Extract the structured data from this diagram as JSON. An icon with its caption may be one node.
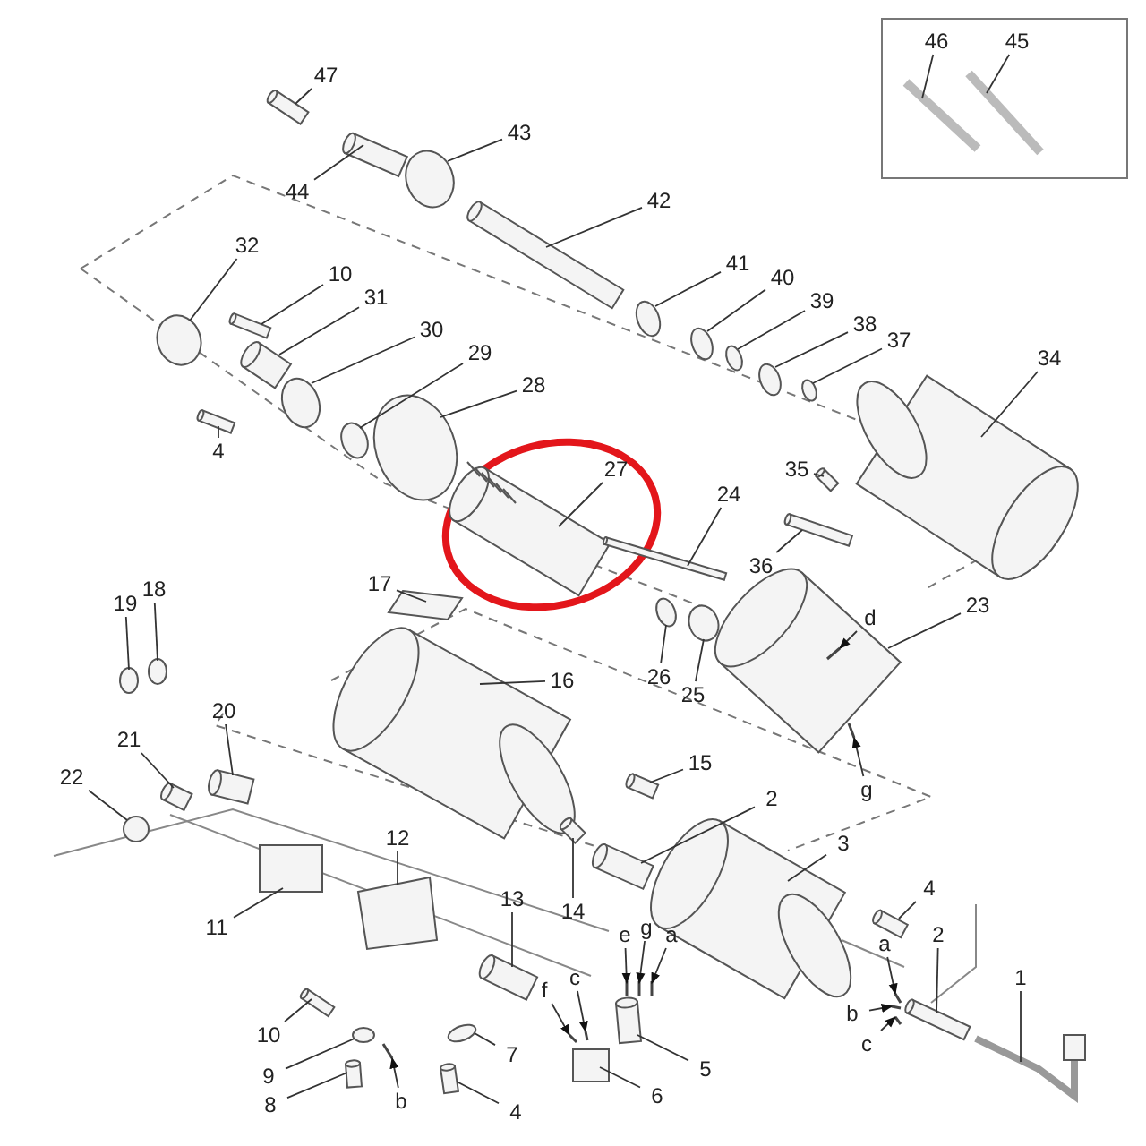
{
  "diagram": {
    "nodes": [
      {
        "text": [],
        "shape": "box"
      },
      {
        "text": [
          "46"
        ],
        "in": 0
      },
      {
        "text": [
          "45"
        ],
        "in": 0
      },
      {
        "text": [
          "47"
        ]
      },
      {
        "text": [
          "43"
        ]
      },
      {
        "text": [
          "44"
        ]
      },
      {
        "text": [
          "42"
        ]
      },
      {
        "text": [
          "32"
        ]
      },
      {
        "text": [
          "10"
        ]
      },
      {
        "text": [
          "41"
        ]
      },
      {
        "text": [
          "40"
        ]
      },
      {
        "text": [
          "31"
        ]
      },
      {
        "text": [
          "30"
        ]
      },
      {
        "text": [
          "39"
        ]
      },
      {
        "text": [
          "38"
        ]
      },
      {
        "text": [
          "37"
        ]
      },
      {
        "text": [
          "34"
        ]
      },
      {
        "text": [
          "29"
        ]
      },
      {
        "text": [
          "28"
        ]
      },
      {
        "text": [
          "4"
        ]
      },
      {
        "text": [
          "27"
        ]
      },
      {
        "text": [
          "24"
        ]
      },
      {
        "text": [
          "35"
        ]
      },
      {
        "text": [
          "36"
        ]
      },
      {
        "text": [
          "23"
        ]
      },
      {
        "text": [
          "d"
        ]
      },
      {
        "text": [
          "17"
        ]
      },
      {
        "text": [
          "19"
        ]
      },
      {
        "text": [
          "18"
        ]
      },
      {
        "text": [
          "16"
        ]
      },
      {
        "text": [
          "26"
        ]
      },
      {
        "text": [
          "25"
        ]
      },
      {
        "text": [
          "20"
        ]
      },
      {
        "text": [
          "21"
        ]
      },
      {
        "text": [
          "15"
        ]
      },
      {
        "text": [
          "g"
        ]
      },
      {
        "text": [
          "22"
        ]
      },
      {
        "text": [
          "2"
        ]
      },
      {
        "text": [
          "12"
        ]
      },
      {
        "text": [
          "3"
        ]
      },
      {
        "text": [
          "4"
        ]
      },
      {
        "text": [
          "e"
        ]
      },
      {
        "text": [
          "g"
        ]
      },
      {
        "text": [
          "a"
        ]
      },
      {
        "text": [
          "11"
        ]
      },
      {
        "text": [
          "13"
        ]
      },
      {
        "text": [
          "f"
        ]
      },
      {
        "text": [
          "c"
        ]
      },
      {
        "text": [
          "a"
        ]
      },
      {
        "text": [
          "2"
        ]
      },
      {
        "text": [
          "14"
        ]
      },
      {
        "text": [
          "1"
        ]
      },
      {
        "text": [
          "10"
        ]
      },
      {
        "text": [
          "b"
        ]
      },
      {
        "text": [
          "7"
        ]
      },
      {
        "text": [
          "c"
        ]
      },
      {
        "text": [
          "9"
        ]
      },
      {
        "text": [
          "5"
        ]
      },
      {
        "text": [
          "b"
        ]
      },
      {
        "text": [
          "8"
        ]
      },
      {
        "text": [
          "4"
        ]
      },
      {
        "text": [
          "6"
        ]
      },
      {
        "text": [],
        "shape": "bar",
        "in": 0
      },
      {
        "text": [],
        "shape": "bar",
        "in": 0
      },
      {
        "text": [],
        "shape": "cylinder"
      },
      {
        "text": [],
        "shape": "circle"
      },
      {
        "text": [],
        "shape": "cylinder"
      },
      {
        "text": [],
        "shape": "cylinder"
      },
      {
        "text": [],
        "shape": "circle"
      },
      {
        "text": [],
        "shape": "cylinder"
      },
      {
        "text": [],
        "shape": "circle"
      },
      {
        "text": [],
        "shape": "circle"
      },
      {
        "text": [],
        "shape": "cylinder"
      },
      {
        "text": [],
        "shape": "circle"
      },
      {
        "text": [],
        "shape": "circle"
      },
      {
        "text": [],
        "shape": "circle"
      },
      {
        "text": [],
        "shape": "circle"
      },
      {
        "text": [],
        "shape": "picture"
      },
      {
        "text": [],
        "shape": "circle"
      },
      {
        "text": [],
        "shape": "circle"
      },
      {
        "text": [],
        "shape": "cylinder"
      },
      {
        "text": [],
        "shape": "picture"
      },
      {
        "text": [],
        "shape": "cylinder"
      },
      {
        "text": [],
        "shape": "cylinder"
      },
      {
        "text": [],
        "shape": "cylinder"
      },
      {
        "text": [],
        "shape": "cylinder"
      },
      {
        "text": [],
        "shape": "bar",
        "in": 85
      },
      {
        "text": [],
        "shape": "box"
      },
      {
        "text": [],
        "shape": "circle"
      },
      {
        "text": [],
        "shape": "circle"
      },
      {
        "text": [],
        "shape": "picture"
      },
      {
        "text": [],
        "shape": "circle"
      },
      {
        "text": [],
        "shape": "circle"
      },
      {
        "text": [],
        "shape": "cylinder"
      },
      {
        "text": [],
        "shape": "cylinder"
      },
      {
        "text": [],
        "shape": "cylinder"
      },
      {
        "text": [],
        "shape": "bar",
        "in": 85
      },
      {
        "text": [],
        "shape": "circle"
      },
      {
        "text": [],
        "shape": "cylinder"
      },
      {
        "text": [],
        "shape": "box"
      },
      {
        "text": [],
        "shape": "picture"
      },
      {
        "text": [],
        "shape": "cylinder"
      },
      {
        "text": [],
        "shape": "bar"
      },
      {
        "text": [],
        "shape": "bar"
      },
      {
        "text": [],
        "shape": "bar"
      },
      {
        "text": [],
        "shape": "box"
      },
      {
        "text": [],
        "shape": "cylinder"
      },
      {
        "text": [],
        "shape": "bar"
      },
      {
        "text": [],
        "shape": "bar"
      },
      {
        "text": [],
        "shape": "bar"
      },
      {
        "text": [],
        "shape": "cylinder"
      },
      {
        "text": [],
        "shape": "cylinder"
      },
      {
        "text": [],
        "shape": "picture"
      },
      {
        "text": [],
        "shape": "cylinder"
      },
      {
        "text": [],
        "shape": "bar"
      },
      {
        "text": [],
        "shape": "circle"
      },
      {
        "text": [],
        "shape": "bar"
      },
      {
        "text": [],
        "shape": "circle"
      },
      {
        "text": [],
        "shape": "cylinder"
      },
      {
        "text": [],
        "shape": "bar"
      },
      {
        "text": [],
        "shape": "cylinder"
      },
      {
        "text": [],
        "shape": "cylinder"
      },
      {
        "text": [],
        "shape": "box"
      }
    ],
    "edges": [
      {
        "from": 1,
        "to": 62,
        "arrow": "none"
      },
      {
        "from": 2,
        "to": 63,
        "arrow": "none"
      },
      {
        "from": 3,
        "to": 64,
        "arrow": "none"
      },
      {
        "from": 4,
        "to": 65,
        "arrow": "none"
      },
      {
        "from": 5,
        "to": 66,
        "arrow": "none"
      },
      {
        "from": 6,
        "to": 67,
        "arrow": "none"
      },
      {
        "from": 7,
        "to": 68,
        "arrow": "none"
      },
      {
        "from": 8,
        "to": 69,
        "arrow": "none"
      },
      {
        "from": 9,
        "to": 70,
        "arrow": "none"
      },
      {
        "from": 10,
        "to": 71,
        "arrow": "none"
      },
      {
        "from": 11,
        "to": 72,
        "arrow": "none"
      },
      {
        "from": 12,
        "to": 73,
        "arrow": "none"
      },
      {
        "from": 13,
        "to": 74,
        "arrow": "none"
      },
      {
        "from": 14,
        "to": 75,
        "arrow": "none"
      },
      {
        "from": 15,
        "to": 76,
        "arrow": "none"
      },
      {
        "from": 16,
        "to": 77,
        "arrow": "none"
      },
      {
        "from": 17,
        "to": 78,
        "arrow": "none"
      },
      {
        "from": 18,
        "to": 79,
        "arrow": "none"
      },
      {
        "from": 19,
        "to": 80,
        "arrow": "none"
      },
      {
        "from": 20,
        "to": 81,
        "arrow": "none"
      },
      {
        "from": 21,
        "to": 82,
        "arrow": "none"
      },
      {
        "from": 22,
        "to": 83,
        "arrow": "none"
      },
      {
        "from": 23,
        "to": 84,
        "arrow": "none"
      },
      {
        "from": 24,
        "to": 85,
        "arrow": "none"
      },
      {
        "from": 25,
        "to": 86,
        "arrow": "to"
      },
      {
        "from": 26,
        "to": 87,
        "arrow": "none"
      },
      {
        "from": 27,
        "to": 88,
        "arrow": "none"
      },
      {
        "from": 28,
        "to": 89,
        "arrow": "none"
      },
      {
        "from": 29,
        "to": 90,
        "arrow": "none"
      },
      {
        "from": 30,
        "to": 91,
        "arrow": "none"
      },
      {
        "from": 31,
        "to": 92,
        "arrow": "none"
      },
      {
        "from": 32,
        "to": 93,
        "arrow": "none"
      },
      {
        "from": 33,
        "to": 94,
        "arrow": "none"
      },
      {
        "from": 34,
        "to": 95,
        "arrow": "none"
      },
      {
        "from": 35,
        "to": 96,
        "arrow": "to"
      },
      {
        "from": 36,
        "to": 97,
        "arrow": "none"
      },
      {
        "from": 37,
        "to": 98,
        "arrow": "none"
      },
      {
        "from": 38,
        "to": 99,
        "arrow": "none"
      },
      {
        "from": 39,
        "to": 100,
        "arrow": "none"
      },
      {
        "from": 40,
        "to": 101,
        "arrow": "none"
      },
      {
        "from": 41,
        "to": 102,
        "arrow": "to"
      },
      {
        "from": 42,
        "to": 103,
        "arrow": "to"
      },
      {
        "from": 43,
        "to": 104,
        "arrow": "to"
      },
      {
        "from": 44,
        "to": 105,
        "arrow": "none"
      },
      {
        "from": 45,
        "to": 106,
        "arrow": "none"
      },
      {
        "from": 46,
        "to": 107,
        "arrow": "to"
      },
      {
        "from": 47,
        "to": 108,
        "arrow": "to"
      },
      {
        "from": 48,
        "to": 109,
        "arrow": "to"
      },
      {
        "from": 49,
        "to": 110,
        "arrow": "none"
      },
      {
        "from": 50,
        "to": 111,
        "arrow": "none"
      },
      {
        "from": 51,
        "to": 112,
        "arrow": "none"
      },
      {
        "from": 52,
        "to": 113,
        "arrow": "none"
      },
      {
        "from": 53,
        "to": 114,
        "arrow": "to"
      },
      {
        "from": 54,
        "to": 115,
        "arrow": "none"
      },
      {
        "from": 55,
        "to": 116,
        "arrow": "to"
      },
      {
        "from": 56,
        "to": 117,
        "arrow": "none"
      },
      {
        "from": 57,
        "to": 118,
        "arrow": "none"
      },
      {
        "from": 58,
        "to": 119,
        "arrow": "to"
      },
      {
        "from": 59,
        "to": 120,
        "arrow": "none"
      },
      {
        "from": 60,
        "to": 121,
        "arrow": "none"
      },
      {
        "from": 61,
        "to": 122,
        "arrow": "none"
      }
    ]
  }
}
